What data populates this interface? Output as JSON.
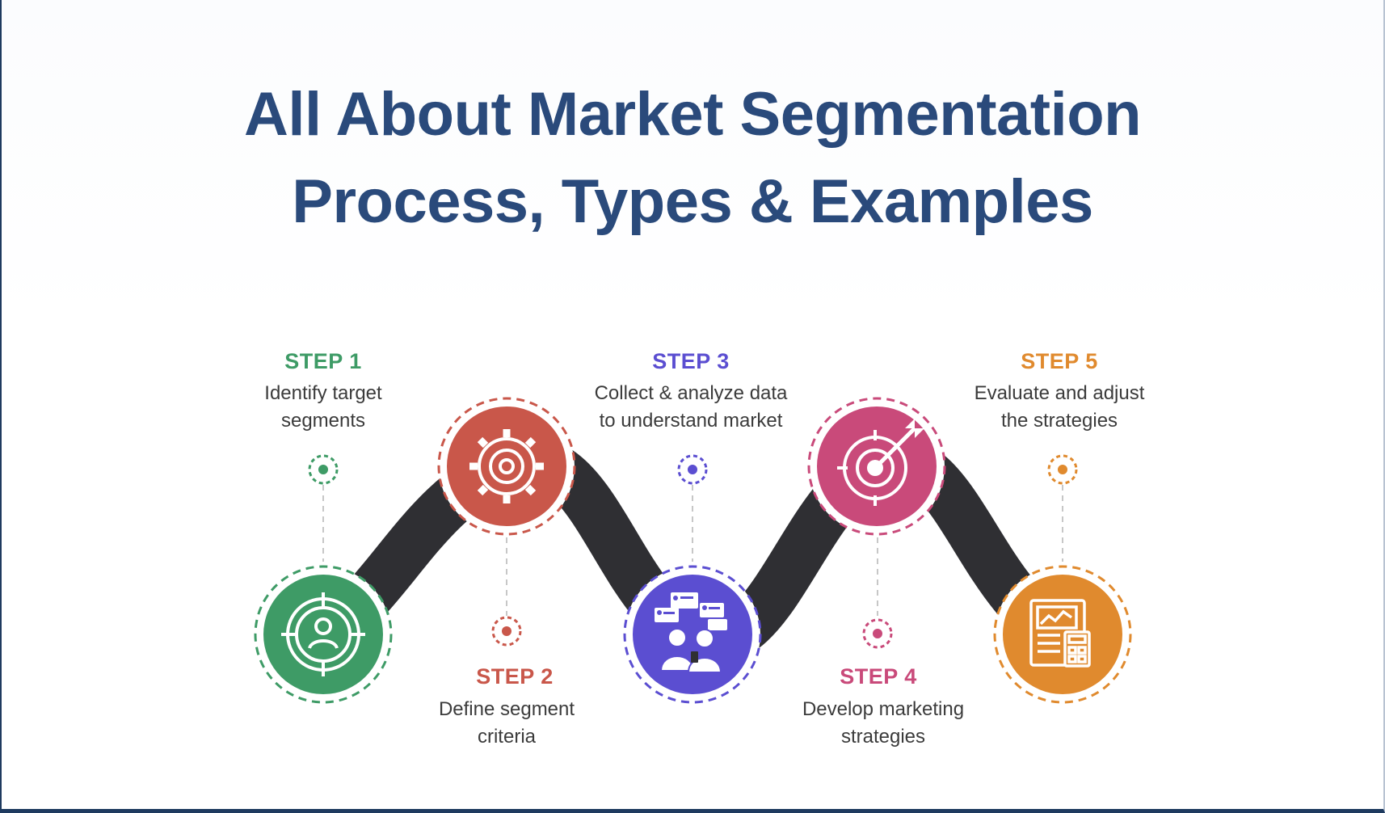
{
  "title": {
    "line1": "All About Market Segmentation",
    "line2": "Process, Types & Examples"
  },
  "steps": [
    {
      "label": "STEP 1",
      "line1": "Identify target",
      "line2": "segments",
      "color": "#3e9b66",
      "icon": "target-person-icon"
    },
    {
      "label": "STEP 2",
      "line1": "Define segment",
      "line2": "criteria",
      "color": "#c9574a",
      "icon": "gear-target-icon"
    },
    {
      "label": "STEP 3",
      "line1": "Collect & analyze data",
      "line2": "to understand market",
      "color": "#5b4ed1",
      "icon": "people-analyzing-data-icon"
    },
    {
      "label": "STEP 4",
      "line1": "Develop marketing",
      "line2": "strategies",
      "color": "#c94a7a",
      "icon": "target-arrow-icon"
    },
    {
      "label": "STEP 5",
      "line1": "Evaluate and adjust",
      "line2": "the strategies",
      "color": "#e08a2e",
      "icon": "report-calculator-icon"
    }
  ],
  "colors": {
    "title": "#2a4a7b",
    "path": "#2f2f33",
    "frame": "#1e3a5f"
  }
}
